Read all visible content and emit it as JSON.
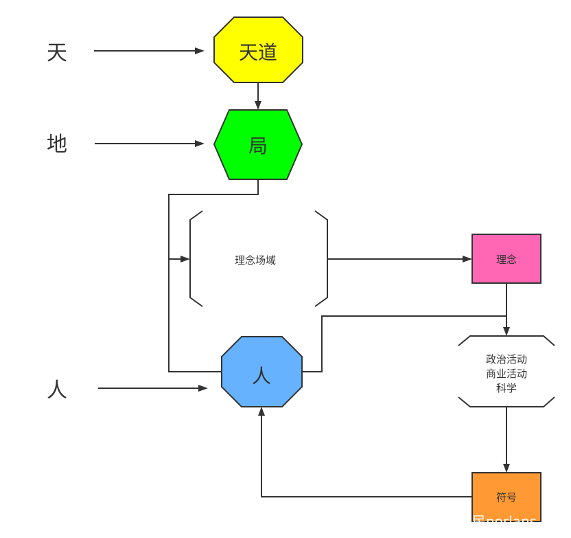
{
  "diagram": {
    "left_labels": {
      "heaven": "天",
      "earth": "地",
      "human": "人"
    },
    "nodes": {
      "tiandao": {
        "label": "天道",
        "shape": "octagon",
        "fill": "#ffff00",
        "stroke": "#333333"
      },
      "ju": {
        "label": "局",
        "shape": "hexagon",
        "fill": "#00ff00",
        "stroke": "#333333"
      },
      "linian_field": {
        "label": "理念场域",
        "shape": "bracket-hexagon",
        "fill": "#ffffff",
        "stroke": "#333333"
      },
      "linian": {
        "label": "理念",
        "shape": "rectangle",
        "fill": "#ff66b3",
        "stroke": "#333333"
      },
      "activities": {
        "lines": [
          "政治活动",
          "商业活动",
          "科学"
        ],
        "shape": "bracket-hexagon",
        "fill": "#ffffff",
        "stroke": "#333333"
      },
      "ren": {
        "label": "人",
        "shape": "octagon",
        "fill": "#66b2ff",
        "stroke": "#333333"
      },
      "fuhao": {
        "label": "符号",
        "shape": "rectangle",
        "fill": "#ff9933",
        "stroke": "#333333"
      }
    },
    "edges": [
      {
        "from": "天",
        "to": "天道"
      },
      {
        "from": "地",
        "to": "局"
      },
      {
        "from": "人",
        "to": "人(node)"
      },
      {
        "from": "天道",
        "to": "局"
      },
      {
        "from": "局",
        "to": "理念场域"
      },
      {
        "from": "人(node)",
        "to": "理念场域"
      },
      {
        "from": "理念场域",
        "to": "理念"
      },
      {
        "from": "理念",
        "to": "政治活动/商业活动/科学"
      },
      {
        "from": "人(node)",
        "to": "政治活动/商业活动/科学"
      },
      {
        "from": "政治活动/商业活动/科学",
        "to": "符号"
      },
      {
        "from": "符号",
        "to": "人(node)"
      }
    ],
    "watermark": "民norlans"
  }
}
